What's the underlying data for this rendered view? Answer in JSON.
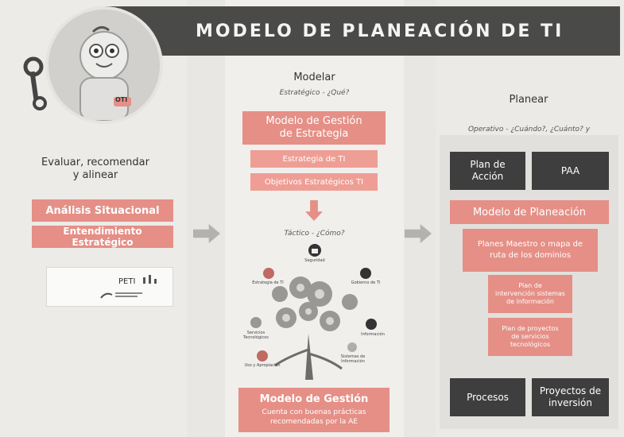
{
  "banner": {
    "title": "MODELO DE PLANEACIÓN DE TI"
  },
  "mascot": {
    "badge": "OTI"
  },
  "left": {
    "heading": "Evaluar, recomendar\ny alinear",
    "boxes": [
      "Análisis Situacional",
      "Entendimiento Estratégico"
    ],
    "peti_label": "PETI"
  },
  "middle": {
    "heading": "Modelar",
    "subheading": "Estratégico - ¿Qué?",
    "main_box": "Modelo de Gestión\nde Estrategia",
    "sub_boxes": [
      "Estrategia de TI",
      "Objetivos Estratégicos TI"
    ],
    "tactico": "Táctico - ¿Cómo?",
    "tree_labels": [
      "Seguridad",
      "Estrategia de TI",
      "Gobierno de TI",
      "Servicios Tecnológicos",
      "Información",
      "Uso y Apropiación",
      "Sistemas de Información"
    ],
    "bottom_box_title": "Modelo de Gestión",
    "bottom_box_text": "Cuenta con buenas prácticas\nrecomendadas por la AE"
  },
  "right": {
    "heading": "Planear",
    "subheading": "Operativo - ¿Cuándo?, ¿Cuánto? y\n¿Quién?",
    "boxes": {
      "plan_accion": "Plan de\nAcción",
      "paa": "PAA",
      "modelo_planeacion": "Modelo de Planeación",
      "planes_maestro": "Planes Maestro o mapa de\nruta de los dominios",
      "plan_intervencion": "Plan de\nintervención sistemas\nde información",
      "plan_proyectos": "Plan de proyectos\nde servicios\ntecnológicos",
      "procesos": "Procesos",
      "proyectos_inversion": "Proyectos de\ninversión"
    }
  },
  "colors": {
    "coral": "#e58f86",
    "dark": "#3e3e3e",
    "banner": "#4a4a48",
    "arrow": "#b3b2ae"
  }
}
